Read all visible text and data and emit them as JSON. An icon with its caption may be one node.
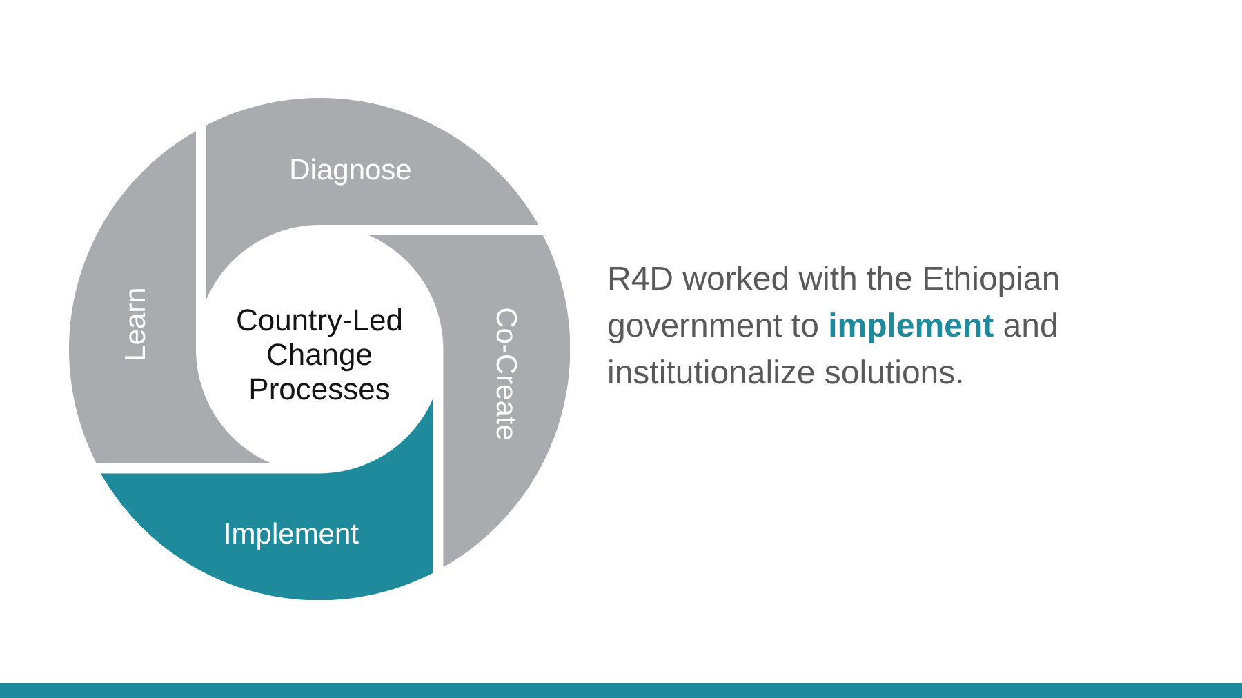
{
  "diagram": {
    "nodes": [
      {
        "text": [
          "Diagnose"
        ]
      },
      {
        "text": [
          "Co-Create"
        ]
      },
      {
        "text": [
          "Implement"
        ]
      },
      {
        "text": [
          "Learn"
        ]
      },
      {
        "text": [
          "Country-Led Change Processes"
        ]
      }
    ],
    "labels": [
      "R4D worked with the Ethiopian government to **implement** and institutionalize solutions."
    ]
  }
}
